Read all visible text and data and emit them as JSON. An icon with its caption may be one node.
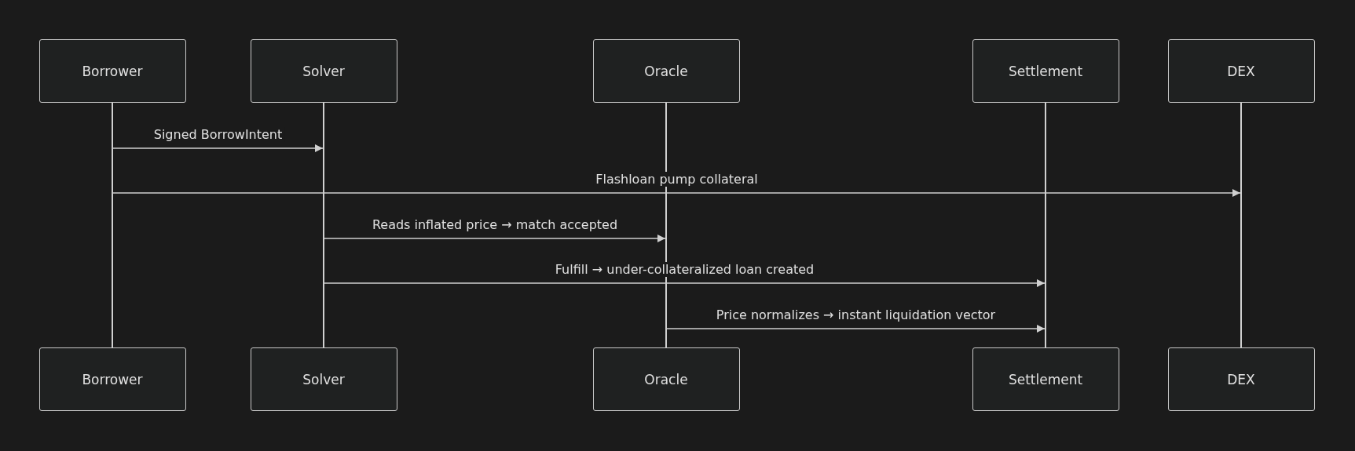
{
  "diagram": {
    "nodes": [
      {
        "text": [
          "Borrower"
        ]
      },
      {
        "text": [
          "Solver"
        ]
      },
      {
        "text": [
          "Oracle"
        ]
      },
      {
        "text": [
          "Settlement"
        ]
      },
      {
        "text": [
          "DEX"
        ]
      },
      {
        "text": [
          "Borrower"
        ]
      },
      {
        "text": [
          "Solver"
        ]
      },
      {
        "text": [
          "Oracle"
        ]
      },
      {
        "text": [
          "Settlement"
        ]
      },
      {
        "text": [
          "DEX"
        ]
      },
      {
        "text": [],
        "shape": "bar"
      },
      {
        "text": [],
        "shape": "bar"
      },
      {
        "text": [],
        "shape": "bar"
      },
      {
        "text": [],
        "shape": "bar"
      },
      {
        "text": [],
        "shape": "bar"
      }
    ],
    "edges": [
      {
        "from": 10,
        "to": 11,
        "arrow": "to",
        "label": "Signed BorrowIntent"
      },
      {
        "from": 10,
        "to": 14,
        "arrow": "to",
        "label": "Flashloan pump collateral"
      },
      {
        "from": 11,
        "to": 12,
        "arrow": "to",
        "label": "Reads inflated price → match accepted"
      },
      {
        "from": 11,
        "to": 13,
        "arrow": "to",
        "label": "Fulfill → under-collateralized loan created"
      },
      {
        "from": 12,
        "to": 13,
        "arrow": "to",
        "label": "Price normalizes → instant liquidation vector"
      }
    ]
  }
}
